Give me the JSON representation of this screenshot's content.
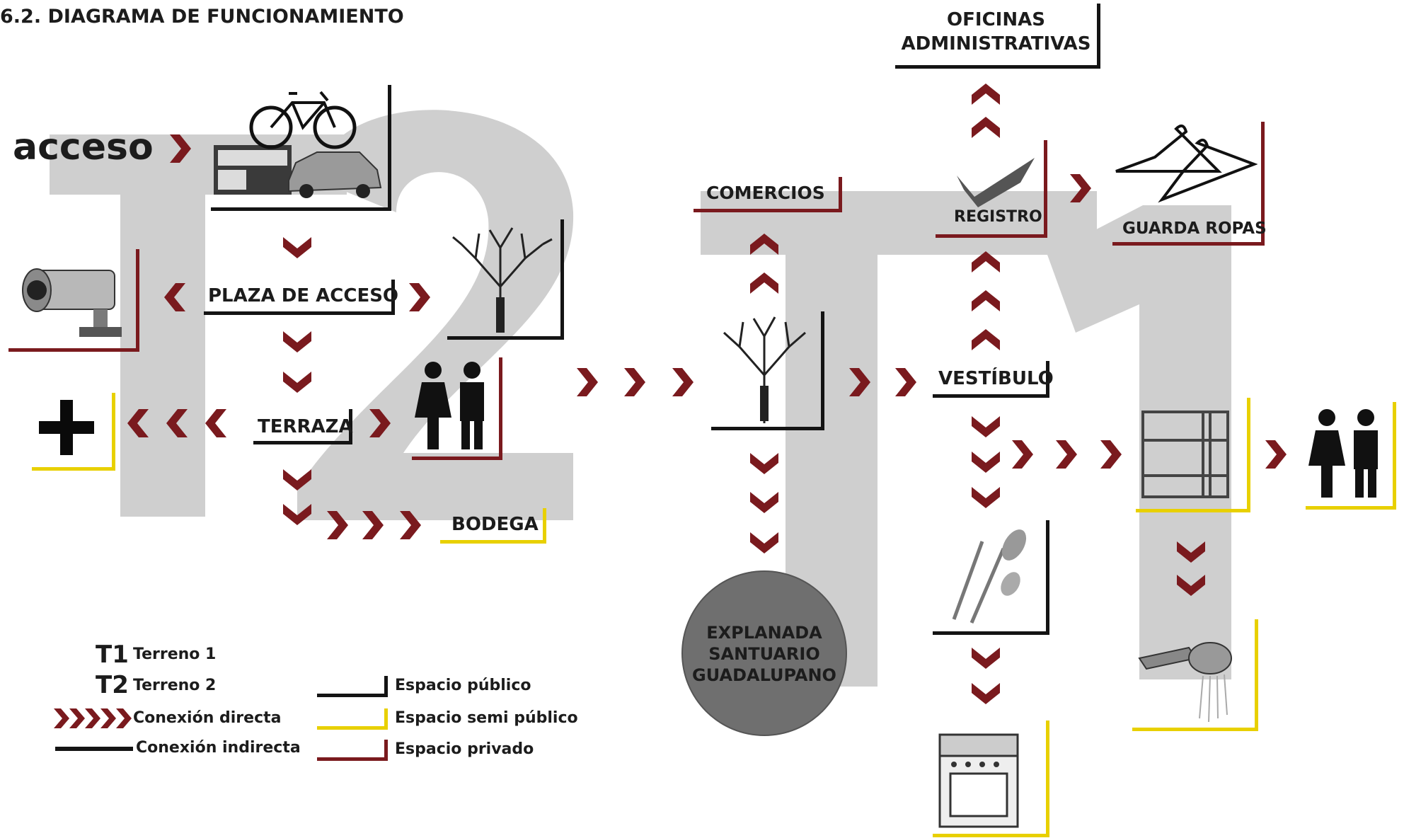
{
  "title": "6.2. DIAGRAMA DE FUNCIONAMIENTO",
  "big_letters": {
    "t2": "T2",
    "t1": "T1"
  },
  "nodes": {
    "acceso": "acceso",
    "plaza": "PLAZA DE ACCESO",
    "terraza": "TERRAZA",
    "bodega": "BODEGA",
    "comercios": "COMERCIOS",
    "oficinas_1": "OFICINAS",
    "oficinas_2": "ADMINISTRATIVAS",
    "registro": "REGISTRO",
    "guarda_ropas": "GUARDA ROPAS",
    "vestibulo": "VESTÍBULO",
    "explanada_1": "EXPLANADA",
    "explanada_2": "SANTUARIO",
    "explanada_3": "GUADALUPANO"
  },
  "icons": [
    "transport-icon",
    "camera-icon",
    "tree-icon",
    "restroom-icon",
    "first-aid-icon",
    "checkmark-icon",
    "hanger-icon",
    "bunk-bed-icon",
    "cutlery-icon",
    "stove-icon",
    "shower-icon"
  ],
  "legend": {
    "t1_code": "T1",
    "t1_label": "Terreno 1",
    "t2_code": "T2",
    "t2_label": "Terreno 2",
    "direct": "Conexión directa",
    "indirect": "Conexión indirecta",
    "public": "Espacio público",
    "semi": "Espacio semi público",
    "private": "Espacio privado"
  },
  "colors": {
    "arrow": "#7a1a1e",
    "public": "#141414",
    "semi_public": "#e8d000",
    "private": "#7a1a1e",
    "watermark": "#c9c9c9"
  }
}
